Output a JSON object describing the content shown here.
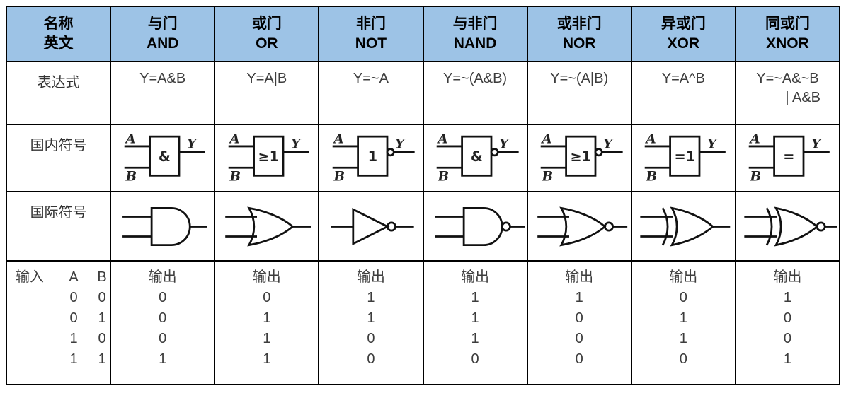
{
  "colors": {
    "header_bg": "#9DC3E6",
    "border": "#000000",
    "symbol_ink": "#111111",
    "text": "#3d3d3d"
  },
  "table": {
    "header_col1": {
      "line1": "名称",
      "line2": "英文"
    },
    "row_labels": {
      "expression": "表达式",
      "domestic": "国内符号",
      "international": "国际符号"
    },
    "truth_header": {
      "input_label": "输入",
      "a": "A",
      "b": "B",
      "output_label": "输出"
    },
    "input_rows": [
      [
        "0",
        "0"
      ],
      [
        "0",
        "1"
      ],
      [
        "1",
        "0"
      ],
      [
        "1",
        "1"
      ]
    ],
    "symbol_labels": {
      "input_a": "A",
      "input_b": "B",
      "output": "Y"
    },
    "gates": [
      {
        "id": "and",
        "name_cn": "与门",
        "name_en": "AND",
        "expression": "Y=A&B",
        "expression2": "",
        "domestic": {
          "label": "&",
          "bubble": false
        },
        "international": "AND",
        "outputs": [
          "0",
          "0",
          "0",
          "1"
        ]
      },
      {
        "id": "or",
        "name_cn": "或门",
        "name_en": "OR",
        "expression": "Y=A|B",
        "expression2": "",
        "domestic": {
          "label": "≥1",
          "bubble": false
        },
        "international": "OR",
        "outputs": [
          "0",
          "1",
          "1",
          "1"
        ]
      },
      {
        "id": "not",
        "name_cn": "非门",
        "name_en": "NOT",
        "expression": "Y=~A",
        "expression2": "",
        "domestic": {
          "label": "1",
          "bubble": true
        },
        "international": "NOT",
        "outputs": [
          "1",
          "1",
          "0",
          "0"
        ]
      },
      {
        "id": "nand",
        "name_cn": "与非门",
        "name_en": "NAND",
        "expression": "Y=~(A&B)",
        "expression2": "",
        "domestic": {
          "label": "&",
          "bubble": true
        },
        "international": "NAND",
        "outputs": [
          "1",
          "1",
          "1",
          "0"
        ]
      },
      {
        "id": "nor",
        "name_cn": "或非门",
        "name_en": "NOR",
        "expression": "Y=~(A|B)",
        "expression2": "",
        "domestic": {
          "label": "≥1",
          "bubble": true
        },
        "international": "NOR",
        "outputs": [
          "1",
          "0",
          "0",
          "0"
        ]
      },
      {
        "id": "xor",
        "name_cn": "异或门",
        "name_en": "XOR",
        "expression": "Y=A^B",
        "expression2": "",
        "domestic": {
          "label": "=1",
          "bubble": false
        },
        "international": "XOR",
        "outputs": [
          "0",
          "1",
          "1",
          "0"
        ]
      },
      {
        "id": "xnor",
        "name_cn": "同或门",
        "name_en": "XNOR",
        "expression": "Y=~A&~B",
        "expression2": "| A&B",
        "domestic": {
          "label": "=",
          "bubble": false
        },
        "international": "XNOR",
        "outputs": [
          "1",
          "0",
          "0",
          "1"
        ]
      }
    ]
  }
}
